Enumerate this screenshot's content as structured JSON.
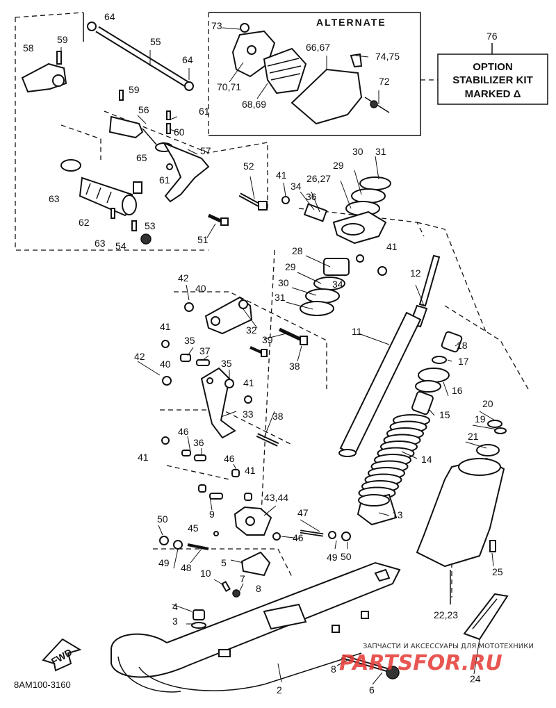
{
  "diagram": {
    "code": "8AM100-3160",
    "alternate_title": "ALTERNATE",
    "option": {
      "number": "76",
      "line1": "OPTION",
      "line2": "STABILIZER KIT",
      "line3": "MARKED Δ"
    },
    "fwd_label": "FWD",
    "watermark": {
      "line1": "ЗАПЧАСТИ И АКСЕССУАРЫ ДЛЯ МОТОТЕХНИКИ",
      "line2": "PARTSFOR.RU"
    },
    "callouts": [
      "64",
      "59",
      "58",
      "55",
      "64",
      "73",
      "66,67",
      "74,75",
      "70,71",
      "68,69",
      "72",
      "59",
      "56",
      "61",
      "60",
      "65",
      "57",
      "61",
      "63",
      "62",
      "63",
      "54",
      "53",
      "52",
      "41",
      "34",
      "36",
      "26,27",
      "29",
      "30",
      "31",
      "51",
      "28",
      "29",
      "30",
      "31",
      "41",
      "34",
      "12",
      "42",
      "40",
      "32",
      "39",
      "38",
      "11",
      "41",
      "35",
      "37",
      "42",
      "40",
      "35",
      "41",
      "33",
      "38",
      "18",
      "17",
      "16",
      "15",
      "41",
      "46",
      "36",
      "46",
      "41",
      "14",
      "20",
      "19",
      "21",
      "43,44",
      "9",
      "47",
      "46",
      "13",
      "50",
      "45",
      "49",
      "48",
      "5",
      "49",
      "50",
      "25",
      "10",
      "7",
      "8",
      "22,23",
      "4",
      "3",
      "24",
      "8",
      "6",
      "2"
    ]
  }
}
